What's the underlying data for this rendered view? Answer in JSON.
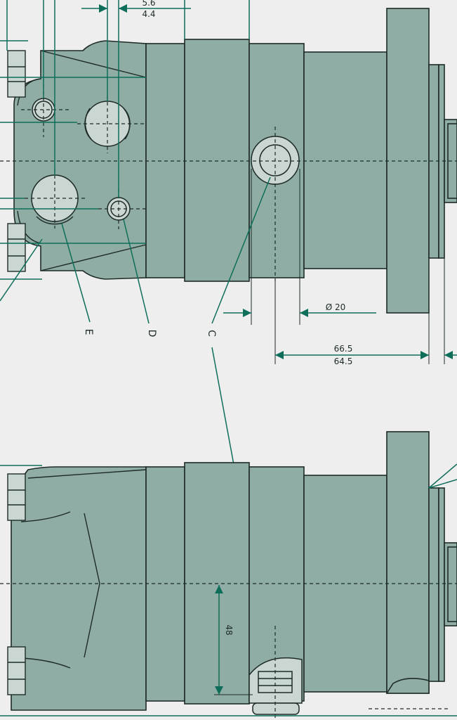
{
  "dimensions": {
    "upper_offset_a": "5.6",
    "upper_offset_b": "4.4",
    "port_diameter": "Ø 20",
    "flange_length_a": "66.5",
    "flange_length_b": "64.5",
    "port_height": "48"
  },
  "callouts": {
    "c": "C",
    "d": "D",
    "e": "E"
  },
  "colors": {
    "body": "#8fada4",
    "dimension": "#0e6e5a",
    "background": "#eeeeee"
  }
}
